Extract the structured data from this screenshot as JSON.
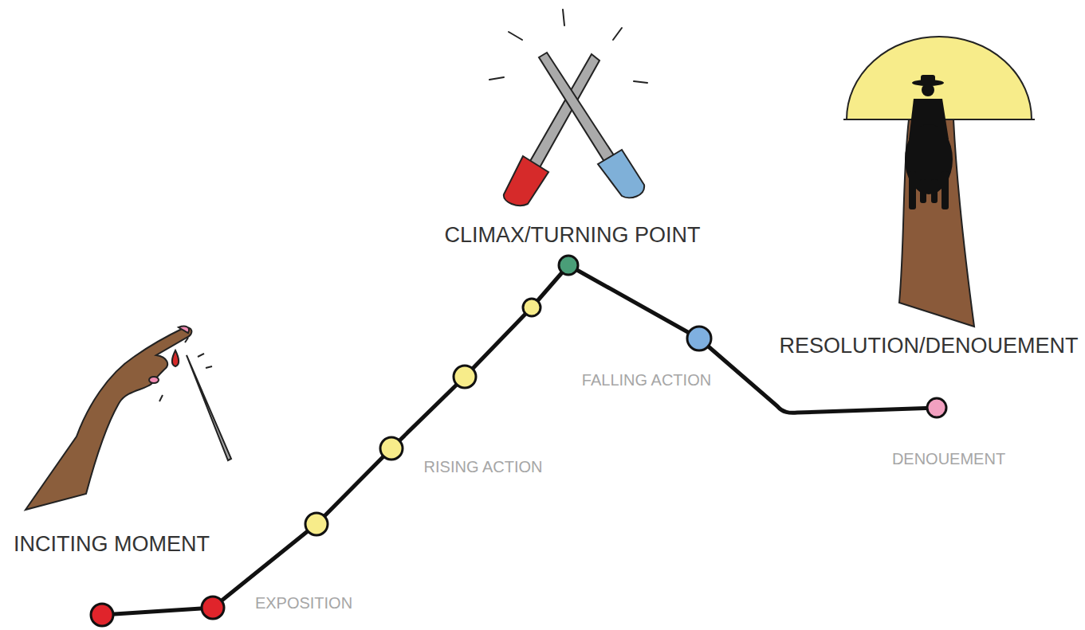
{
  "diagram": {
    "labels": [
      "CLIMAX/TURNING POINT",
      "RESOLUTION/DENOUEMENT",
      "FALLING ACTION",
      "RISING ACTION",
      "DENOUEMENT",
      "INCITING MOMENT",
      "EXPOSITION"
    ]
  }
}
